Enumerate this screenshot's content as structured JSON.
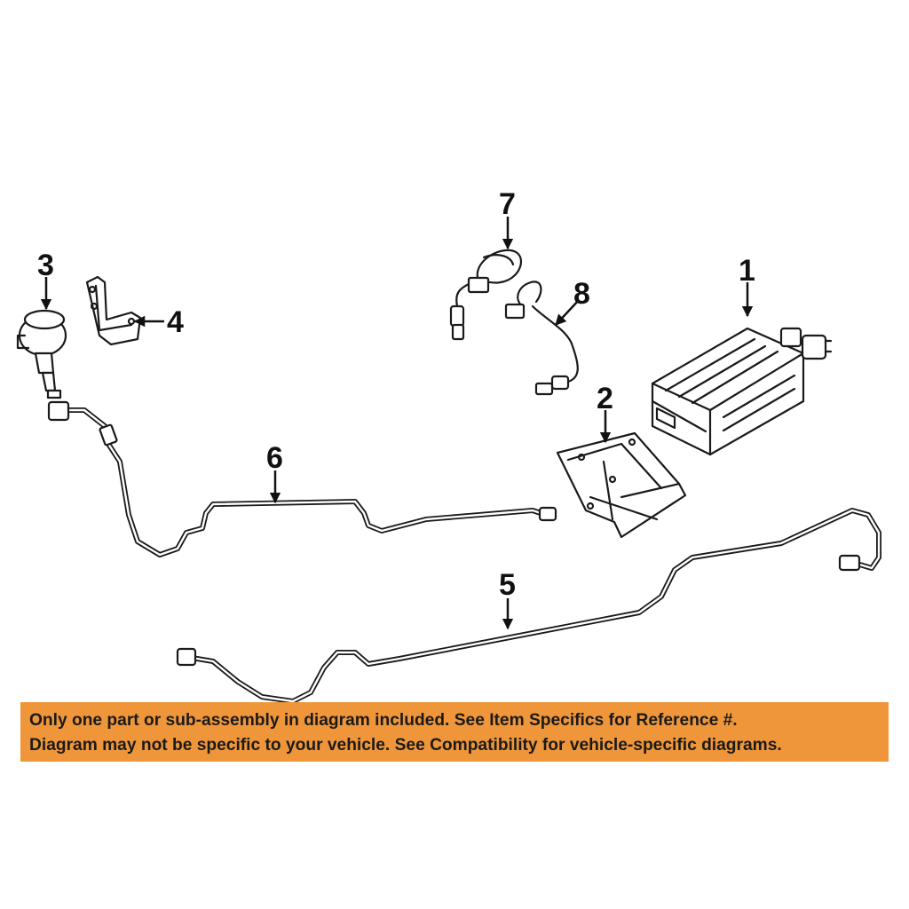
{
  "callouts": {
    "p1": "1",
    "p2": "2",
    "p3": "3",
    "p4": "4",
    "p5": "5",
    "p6": "6",
    "p7": "7",
    "p8": "8"
  },
  "disclaimer": {
    "line1": "Only one part or sub-assembly in diagram included. See Item Specifics for Reference #.",
    "line2": "Diagram may not be specific to your vehicle. See Compatibility for vehicle-specific diagrams."
  },
  "colors": {
    "banner": "#f0963a",
    "line_art": "#1a1a1a",
    "background": "#ffffff"
  }
}
